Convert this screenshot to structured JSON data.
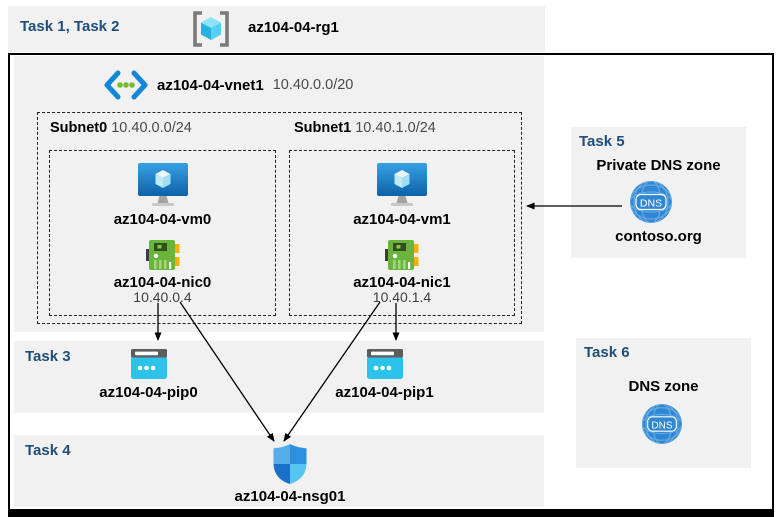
{
  "header": {
    "tasks_label": "Task 1, Task 2",
    "resource_group": "az104-04-rg1"
  },
  "vnet": {
    "name": "az104-04-vnet1",
    "cidr": "10.40.0.0/20"
  },
  "subnets": [
    {
      "name": "Subnet0",
      "cidr": "10.40.0.0/24",
      "vm": "az104-04-vm0",
      "nic": "az104-04-nic0",
      "ip": "10.40.0.4"
    },
    {
      "name": "Subnet1",
      "cidr": "10.40.1.0/24",
      "vm": "az104-04-vm1",
      "nic": "az104-04-nic1",
      "ip": "10.40.1.4"
    }
  ],
  "task3": {
    "label": "Task 3",
    "pips": [
      "az104-04-pip0",
      "az104-04-pip1"
    ]
  },
  "task4": {
    "label": "Task 4",
    "nsg": "az104-04-nsg01"
  },
  "task5": {
    "label": "Task 5",
    "title": "Private DNS zone",
    "zone": "contoso.org"
  },
  "task6": {
    "label": "Task 6",
    "title": "DNS zone"
  },
  "icons": {
    "resource_group": "resource-group-icon",
    "virtual_network": "virtual-network-icon",
    "virtual_machine": "virtual-machine-icon",
    "network_interface": "network-interface-icon",
    "public_ip": "public-ip-icon",
    "network_security_group": "nsg-shield-icon",
    "dns_zone": "dns-globe-icon",
    "dns_text": "DNS"
  },
  "colors": {
    "band_bg": "#f1f1f1",
    "task_label_blue": "#1f4e79",
    "frame_border": "#000000",
    "dashed_border": "#222222",
    "vm_blue": "#1e82d2",
    "nic_green": "#6ab33c",
    "nic_yellow": "#f2b200",
    "pip_cyan": "#2cc3ea",
    "pip_bar_gray": "#5d5d5d",
    "nsg_blue_dark": "#1a70c9",
    "nsg_blue_light": "#55c5f2",
    "dns_blue": "#2f86d3",
    "vnet_dot_green": "#76bc2d",
    "arrow": "#000000"
  }
}
